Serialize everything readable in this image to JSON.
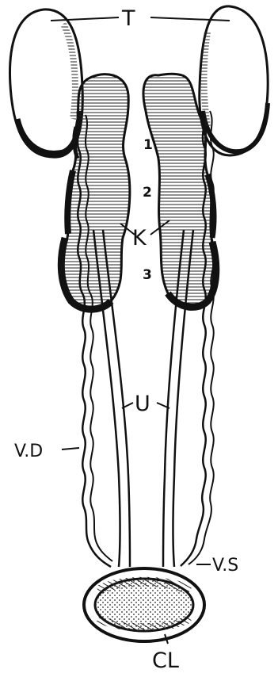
{
  "labels": {
    "testis": "T",
    "kidney": "K",
    "ureter": "U",
    "vas_deferens": "V.D",
    "vesicula_seminalis": "V.S",
    "cloaca": "CL",
    "lobe_1": "1",
    "lobe_2": "2",
    "lobe_3": "3"
  },
  "colors": {
    "ink": "#111111",
    "paper": "#ffffff",
    "shade": "#2a2a2a"
  }
}
